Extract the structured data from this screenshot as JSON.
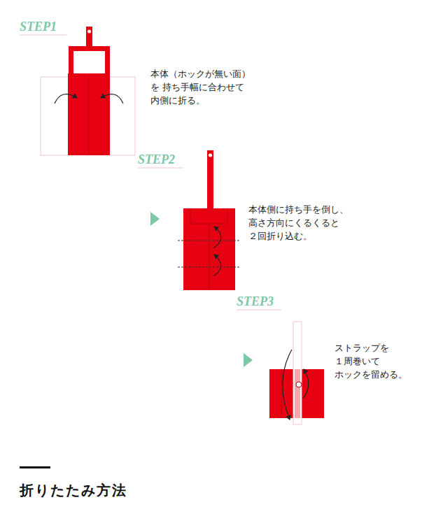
{
  "diagram": {
    "title": "折りたたみ方法",
    "labels": [
      "STEP1",
      "本体（ホックが無い面）を 持ち手幅に合わせて 内側に折る。",
      "STEP2",
      "本体側に持ち手を倒し、 高さ方向にくるくると ２回折り込む。",
      "STEP3",
      "ストラップを １周巻いて ホックを留める。"
    ]
  }
}
